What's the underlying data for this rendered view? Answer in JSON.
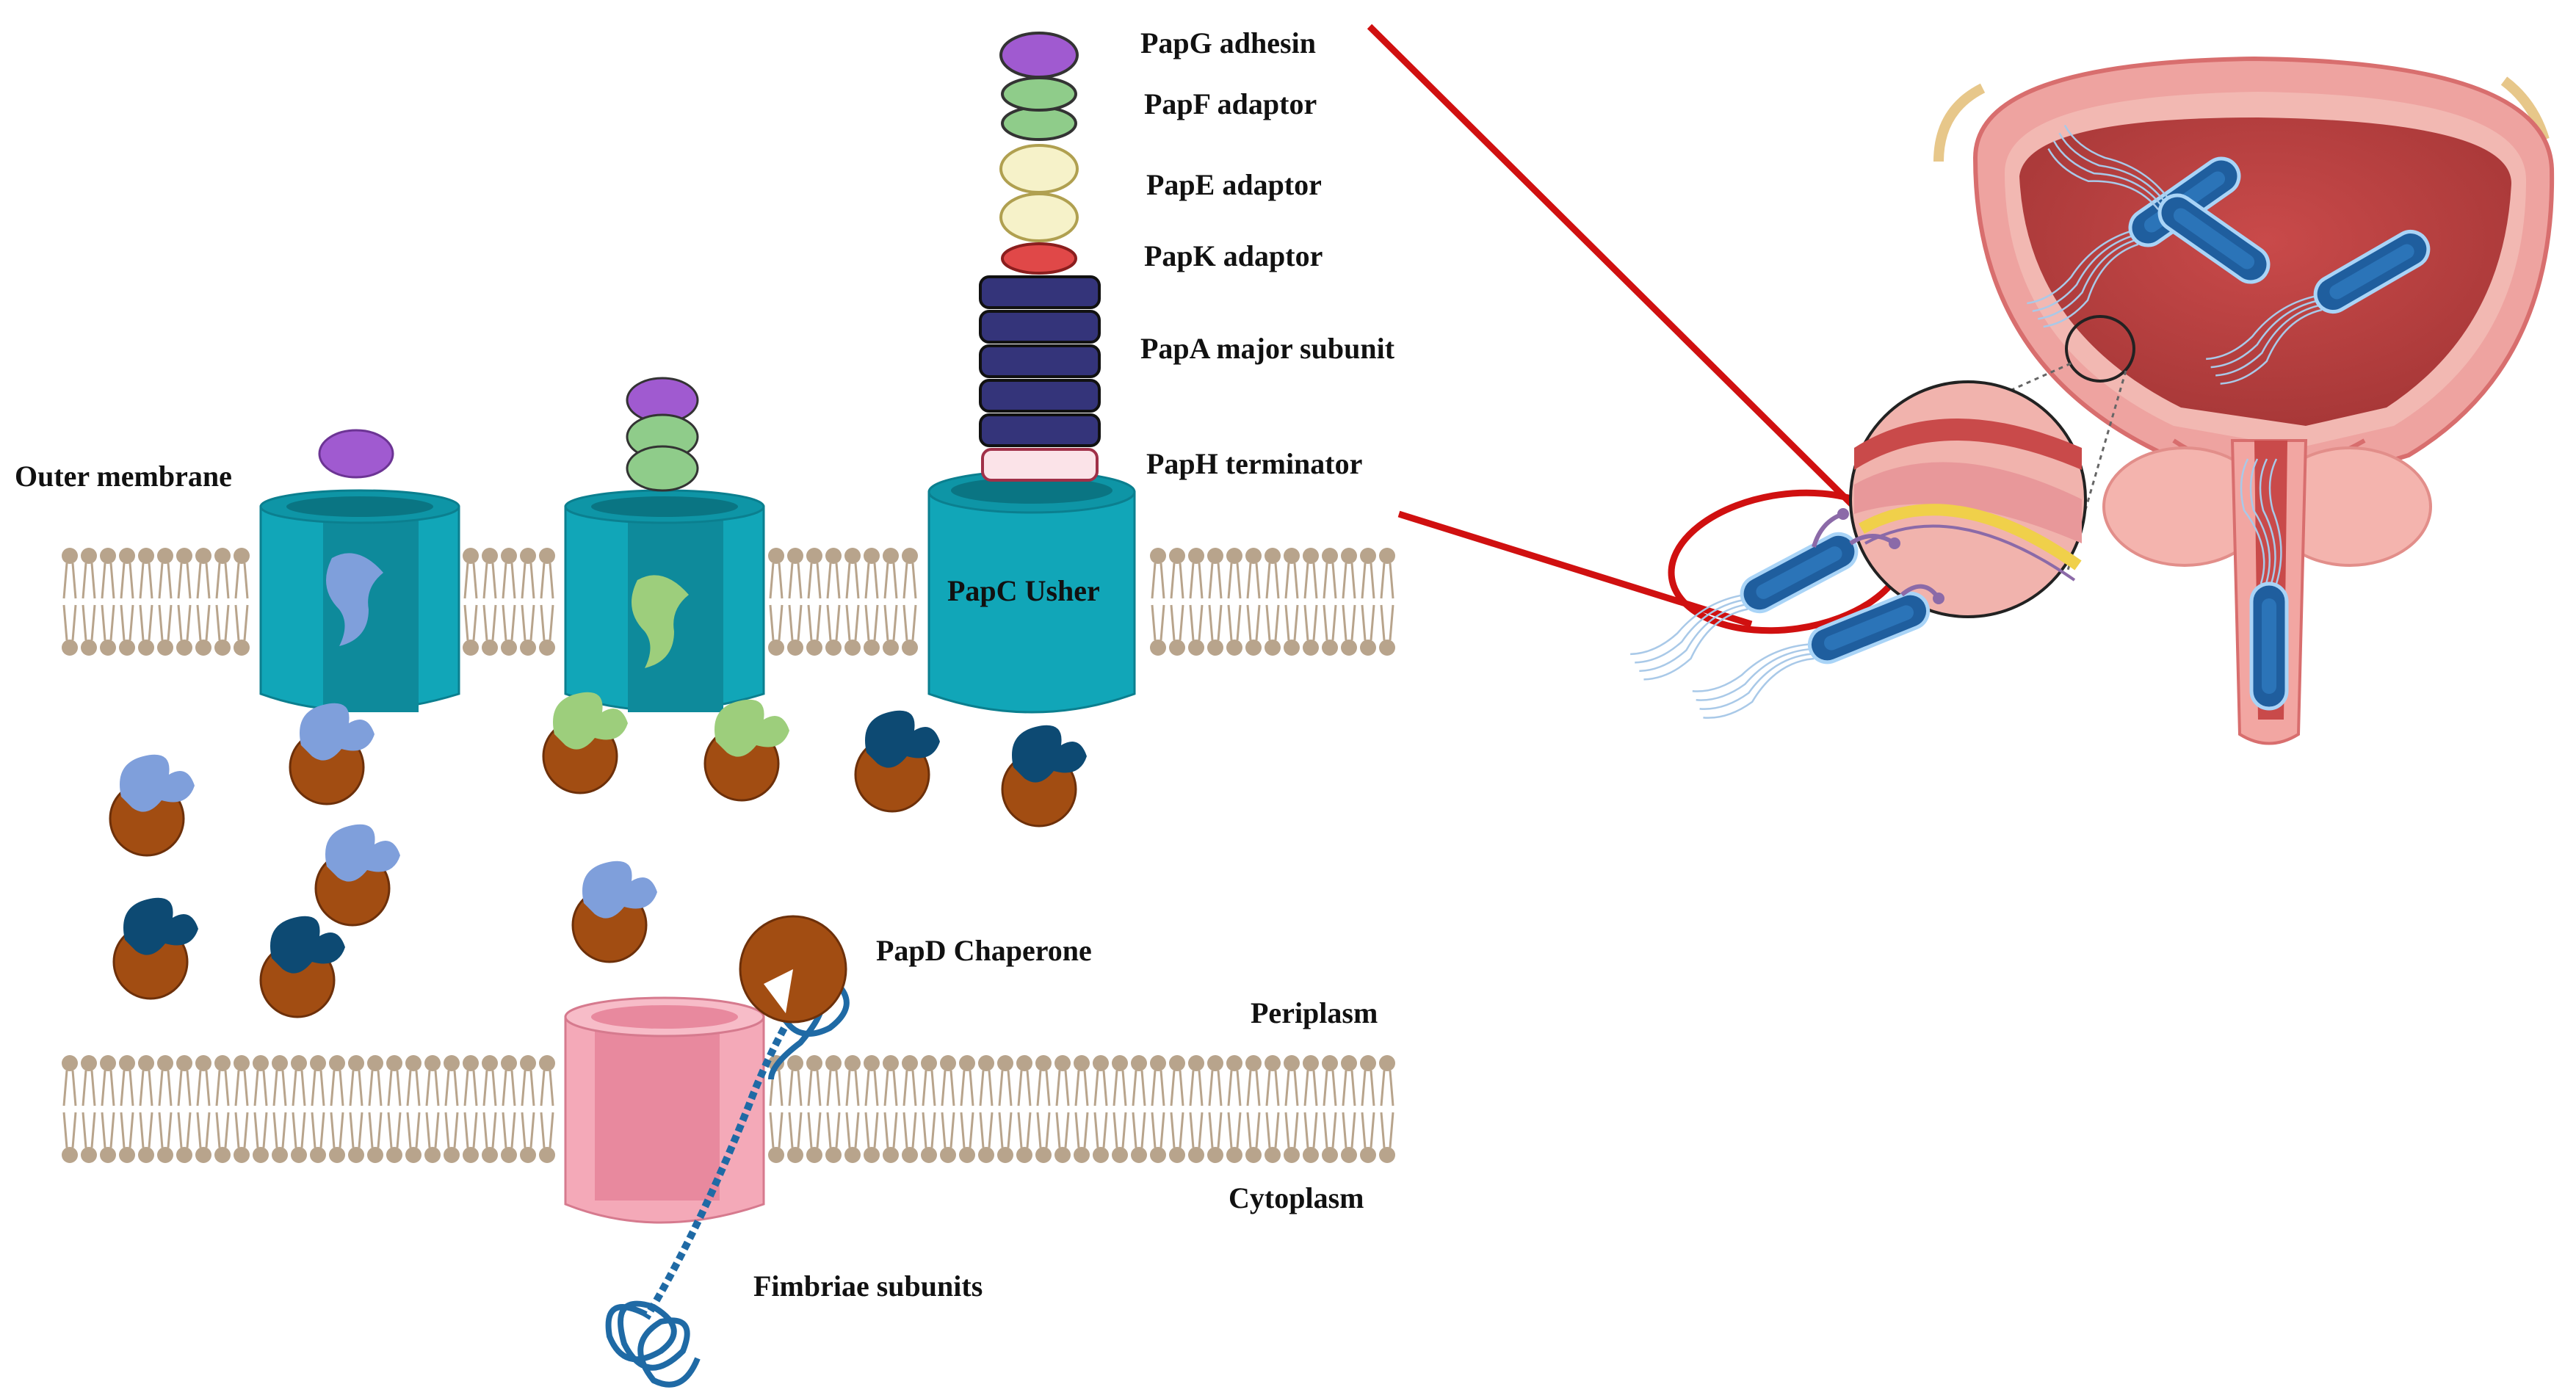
{
  "labels": {
    "papg": "PapG adhesin",
    "papf": "PapF adaptor",
    "pape": "PapE adaptor",
    "papk": "PapK adaptor",
    "papa": "PapA major subunit",
    "paph": "PapH terminator",
    "outer_membrane": "Outer membrane",
    "papc": "PapC Usher",
    "papd": "PapD Chaperone",
    "periplasm": "Periplasm",
    "cytoplasm": "Cytoplasm",
    "fimbriae": "Fimbriae subunits"
  },
  "colors": {
    "usher_teal": "#11a6b8",
    "usher_dark": "#0b7f8f",
    "secretion_pink": "#f4a9b8",
    "lipid_head": "#b8a48c",
    "chaperone_brown": "#a24d12",
    "subunit_light_blue": "#7f9fdb",
    "subunit_green": "#9dce7c",
    "subunit_navy": "#0d4a73",
    "papg_purple": "#a05ad0",
    "papf_green": "#8fcc8a",
    "pape_cream": "#f6f2c9",
    "papk_red": "#e04848",
    "papa_navy": "#34347a",
    "paph_pink": "#fbe3e8",
    "pointer_red": "#d01010",
    "bladder_pink": "#e8898a",
    "bacterium_blue": "#1f5e9e"
  }
}
